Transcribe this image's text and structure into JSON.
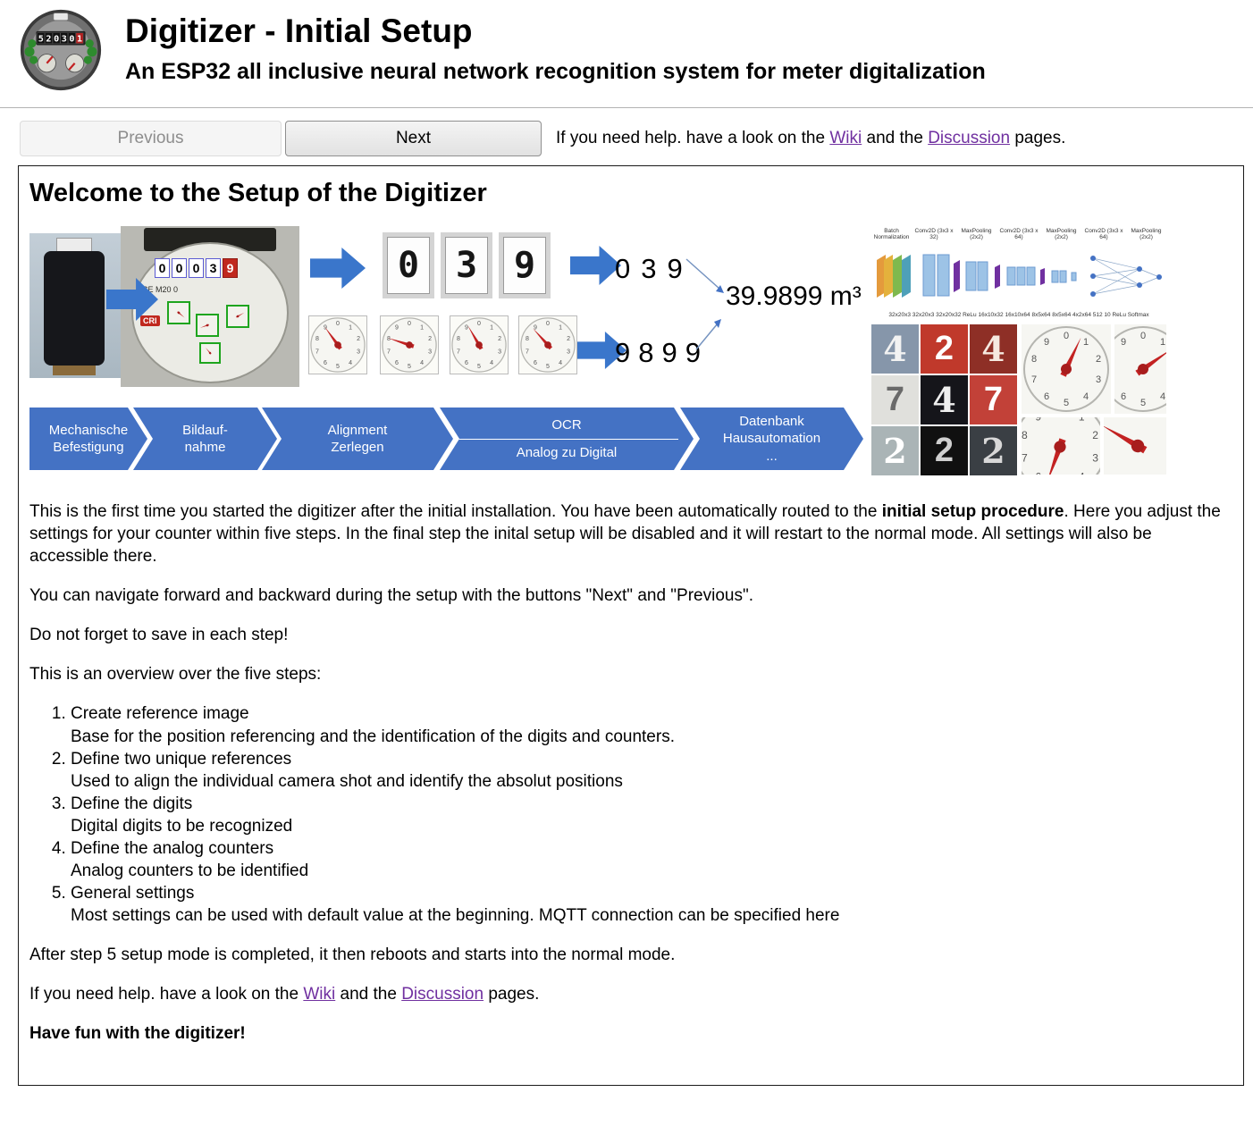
{
  "colors": {
    "accent_blue": "#4472C4",
    "arrow_blue": "#3A76CB",
    "link_purple": "#7030A0"
  },
  "header": {
    "title": "Digitizer - Initial Setup",
    "subtitle": "An ESP32 all inclusive neural network recognition system for meter digitalization"
  },
  "nav": {
    "previous": "Previous",
    "next": "Next"
  },
  "help": {
    "prefix": "If you need help. have a look on the ",
    "wiki": "Wiki",
    "middle": " and the ",
    "discussion": "Discussion",
    "suffix": " pages."
  },
  "content": {
    "heading": "Welcome to the Setup of the Digitizer",
    "intro": {
      "part1": "This is the first time you started the digitizer after the initial installation. You have been automatically routed to the ",
      "bold": "initial setup procedure",
      "part2": ". Here you adjust the settings for your counter within five steps. In the final step the inital setup will be disabled and it will restart to the normal mode. All settings will also be accessible there."
    },
    "navigate_text": "You can navigate forward and backward during the setup with the buttons \"Next\" and \"Previous\".",
    "save_text": "Do not forget to save in each step!",
    "overview_text": "This is an overview over the five steps:",
    "steps": [
      {
        "title": "Create reference image",
        "desc": "Base for the position referencing and the identification of the digits and counters."
      },
      {
        "title": "Define two unique references",
        "desc": "Used to align the individual camera shot and identify the absolut positions"
      },
      {
        "title": "Define the digits",
        "desc": "Digital digits to be recognized"
      },
      {
        "title": "Define the analog counters",
        "desc": "Analog counters to be identified"
      },
      {
        "title": "General settings",
        "desc": "Most settings can be used with default value at the beginning. MQTT connection can be specified here"
      }
    ],
    "after_text": "After step 5 setup mode is completed, it then reboots and starts into the normal mode.",
    "closing": "Have fun with the digitizer!"
  },
  "diagram": {
    "meter": {
      "digits": [
        "0",
        "0",
        "0",
        "3",
        "9"
      ],
      "ce_label": "CE M20 0",
      "cri_label": "CRI"
    },
    "digit_tiles": [
      "0",
      "3",
      "9"
    ],
    "ocr_result": "039",
    "analog_result": "9899",
    "total_value": "39.9899 m³",
    "process": [
      {
        "line1": "Mechanische",
        "line2": "Befestigung"
      },
      {
        "line1": "Bildauf-",
        "line2": "nahme"
      },
      {
        "line1": "Alignment",
        "line2": "Zerlegen"
      },
      {
        "line1": "OCR",
        "line2": "Analog zu Digital"
      },
      {
        "line1": "Datenbank",
        "line2": "Hausautomation",
        "line3": "..."
      }
    ],
    "nn": {
      "layer_labels": [
        "Batch Normalization",
        "Conv2D (3x3 x 32)",
        "MaxPooling (2x2)",
        "Conv2D (3x3 x 64)",
        "MaxPooling (2x2)",
        "Conv2D (3x3 x 64)",
        "MaxPooling (2x2)"
      ],
      "dims_label": "32x20x3  32x20x3  32x20x32 ReLu  16x10x32  16x10x64  8x5x64  8x5x64  4x2x64  512  10  ReLu Softmax"
    },
    "sample_digits": [
      "4",
      "2",
      "4",
      "7",
      "4",
      "7",
      "2",
      "2",
      "2"
    ]
  },
  "logo": {
    "digits": [
      "5",
      "2",
      "0",
      "3",
      "0",
      "1"
    ]
  }
}
